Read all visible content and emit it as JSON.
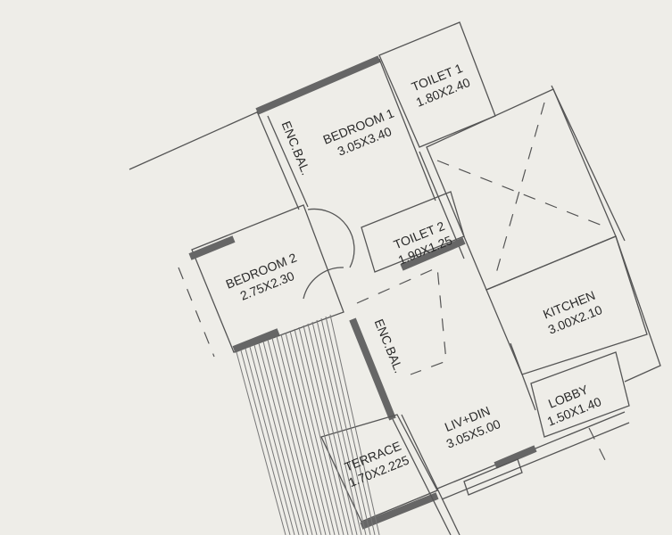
{
  "rooms": {
    "toilet1": {
      "name": "TOILET 1",
      "size": "1.80X2.40"
    },
    "bedroom1": {
      "name": "BEDROOM 1",
      "size": "3.05X3.40"
    },
    "enc_bal_1": {
      "name": "ENC.BAL."
    },
    "toilet2": {
      "name": "TOILET 2",
      "size": "1.90X1.25"
    },
    "bedroom2": {
      "name": "BEDROOM 2",
      "size": "2.75X2.30"
    },
    "enc_bal_2": {
      "name": "ENC.BAL."
    },
    "kitchen": {
      "name": "KITCHEN",
      "size": "3.00X2.10"
    },
    "lobby": {
      "name": "LOBBY",
      "size": "1.50X1.40"
    },
    "liv_din": {
      "name": "LIV+DIN",
      "size": "3.05X5.00"
    },
    "terrace": {
      "name": "TERRACE",
      "size": "1.70X2.225"
    }
  },
  "colors": {
    "background": "#eeede8",
    "wall": "#555555",
    "text": "#2a2a2a"
  }
}
